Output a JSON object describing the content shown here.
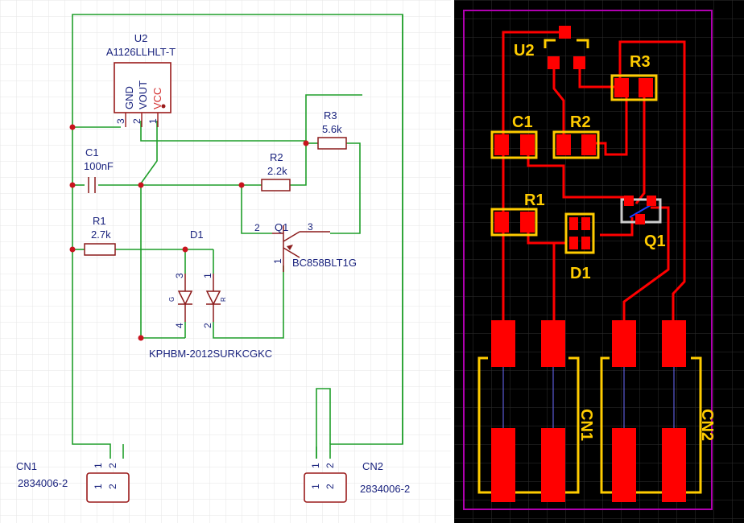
{
  "schematic": {
    "u2": {
      "ref": "U2",
      "value": "A1126LLHLT-T",
      "pins": [
        "GND",
        "VOUT",
        "VCC"
      ],
      "pin_numbers": [
        "3",
        "2",
        "1"
      ]
    },
    "c1": {
      "ref": "C1",
      "value": "100nF"
    },
    "r1": {
      "ref": "R1",
      "value": "2.7k"
    },
    "r2": {
      "ref": "R2",
      "value": "2.2k"
    },
    "r3": {
      "ref": "R3",
      "value": "5.6k"
    },
    "q1": {
      "ref": "Q1",
      "value": "BC858BLT1G",
      "pin_numbers": [
        "2",
        "3",
        "1"
      ]
    },
    "d1": {
      "ref": "D1",
      "value": "KPHBM-2012SURKCGKC",
      "pin_numbers": [
        "3",
        "4",
        "1",
        "2"
      ],
      "die_labels": [
        "G",
        "R"
      ]
    },
    "cn1": {
      "ref": "CN1",
      "value": "2834006-2",
      "pin_numbers": [
        "1",
        "2"
      ]
    },
    "cn2": {
      "ref": "CN2",
      "value": "2834006-2",
      "pin_numbers": [
        "1",
        "2"
      ]
    }
  },
  "pcb": {
    "labels": {
      "u2": "U2",
      "r3": "R3",
      "c1": "C1",
      "r2": "R2",
      "r1": "R1",
      "q1": "Q1",
      "d1": "D1",
      "cn1": "CN1",
      "cn2": "CN2"
    }
  },
  "colors": {
    "schematic_wire": "#1f9e2a",
    "schematic_symbol": "#9a1a1a",
    "schematic_text": "#1a237e",
    "vcc_pin_text": "#d32f2f",
    "pcb_background": "#000000",
    "pcb_copper": "#ff0000",
    "pcb_silkscreen": "#ffcc00",
    "pcb_outline": "#b000b0"
  }
}
